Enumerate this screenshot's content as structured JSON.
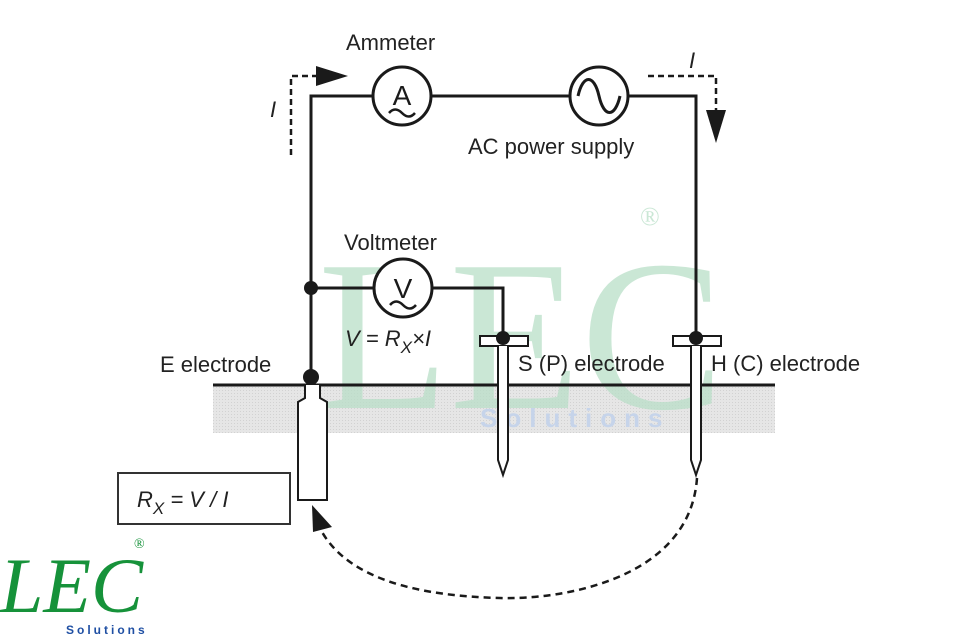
{
  "diagram": {
    "title": "Earth resistance measurement (fall-of-potential method)",
    "labels": {
      "ammeter": "Ammeter",
      "ammeter_symbol": "A",
      "ac_supply": "AC power supply",
      "voltmeter": "Voltmeter",
      "voltmeter_symbol": "V",
      "current_left": "I",
      "current_right": "I",
      "voltage_eq_prefix": "V = R",
      "voltage_eq_sub": "X",
      "voltage_eq_suffix": "×I",
      "e_electrode": "E electrode",
      "s_electrode": "S (P) electrode",
      "h_electrode": "H (C) electrode",
      "result_prefix": "R",
      "result_sub": "X",
      "result_suffix": " = V / I"
    },
    "colors": {
      "line": "#1a1a1a",
      "ground": "#e3e3e3",
      "watermark_green": "#b9dfc8",
      "logo_green": "#16923a",
      "logo_blue": "#1f4fa3"
    }
  },
  "watermark": {
    "text": "LEC",
    "registered": "®",
    "subtitle": "Solutions"
  },
  "logo": {
    "text": "LEC",
    "registered": "®",
    "subtitle": "Solutions"
  }
}
